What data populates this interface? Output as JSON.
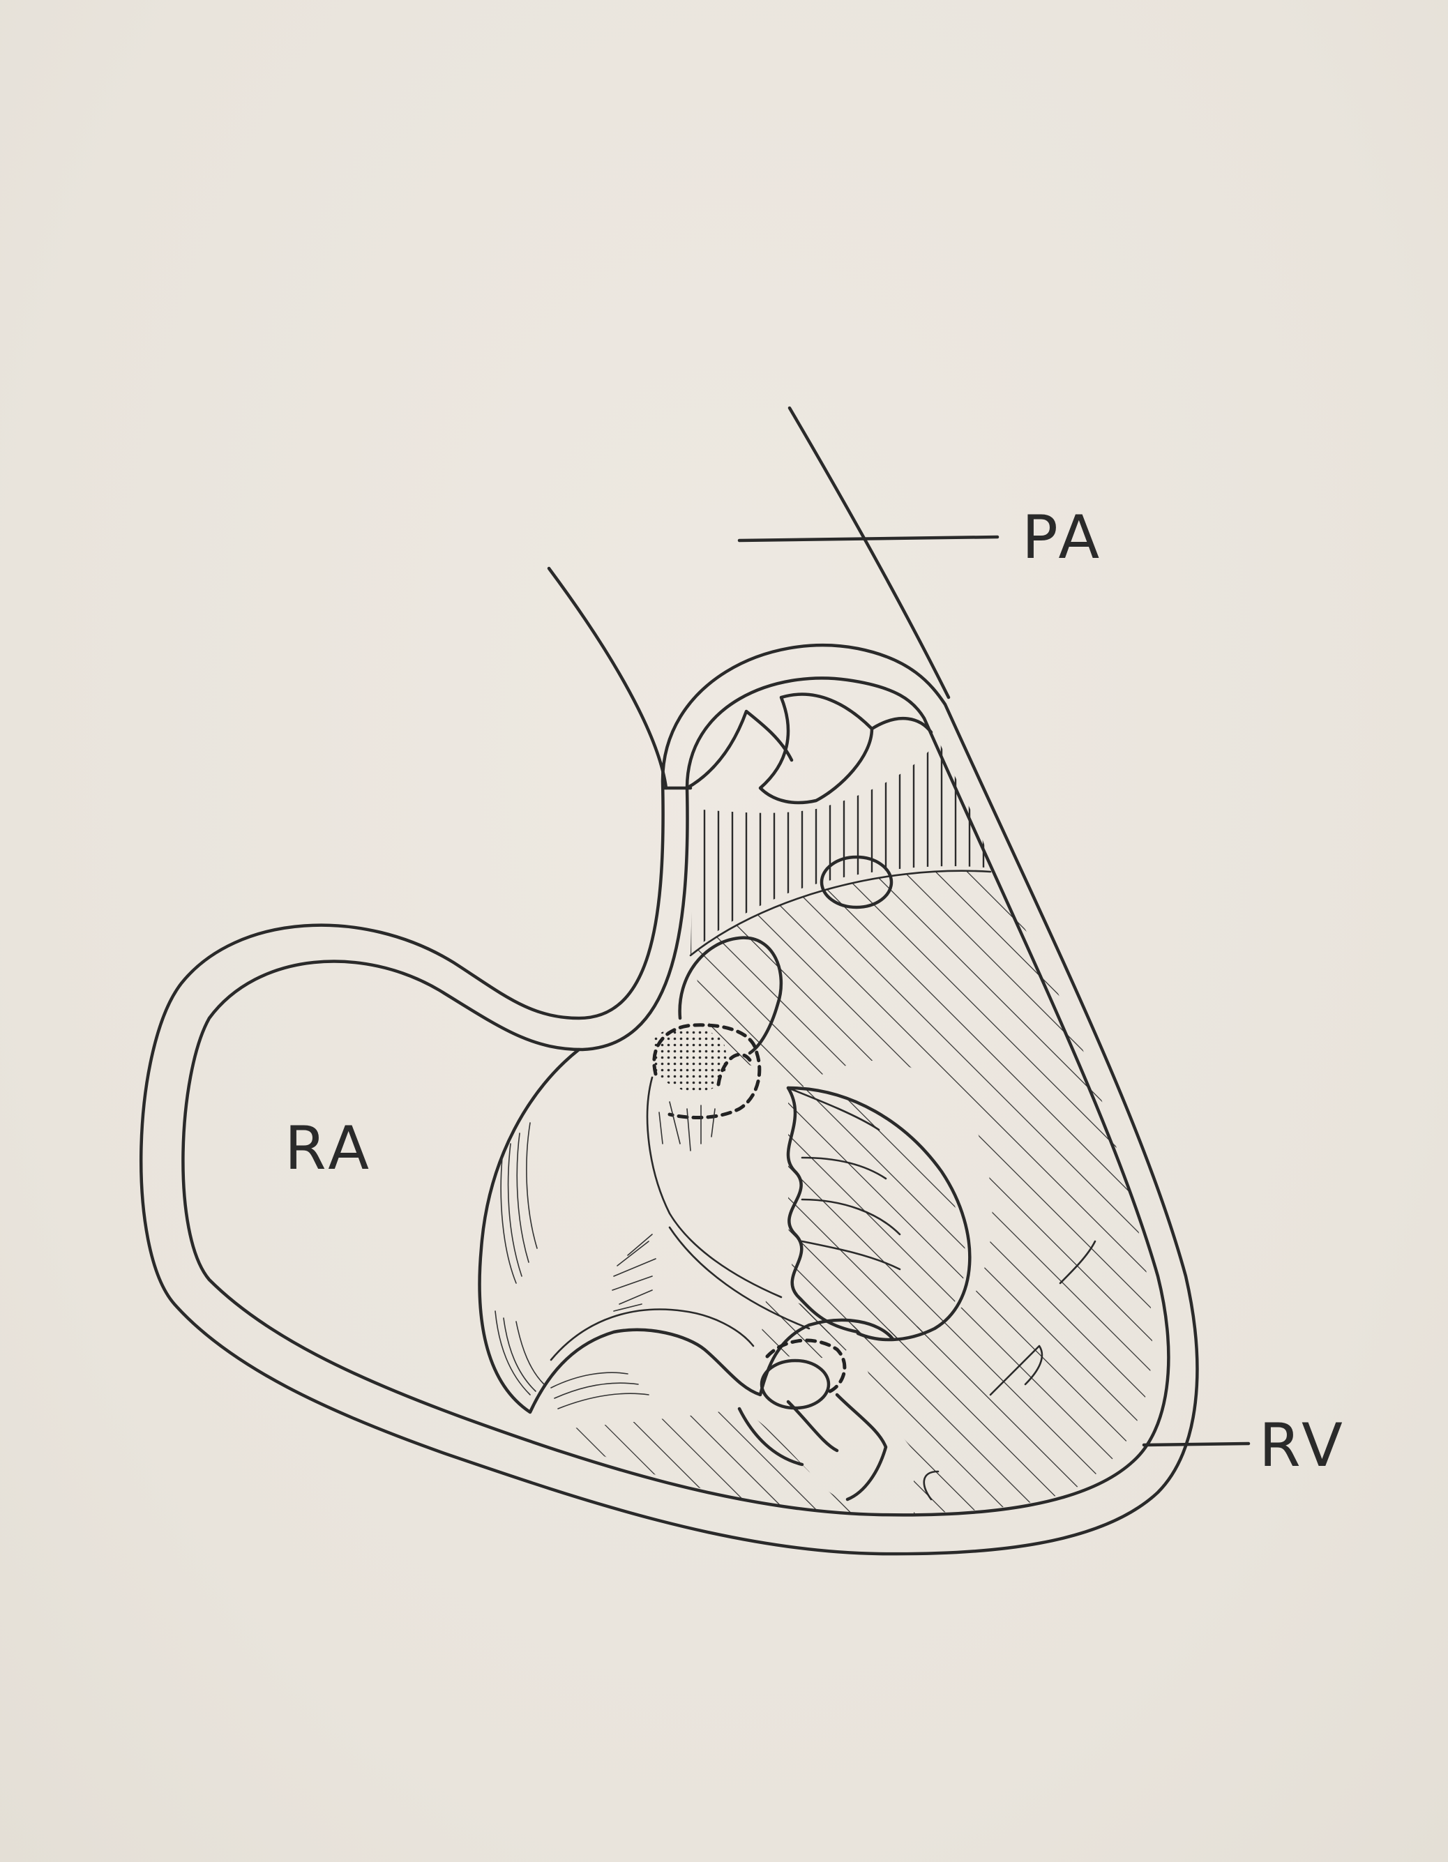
{
  "labels": {
    "pa": "PA",
    "ra": "RA",
    "rv": "RV"
  },
  "colors": {
    "paper": "#ebe6de",
    "ink": "#2a2a2a"
  }
}
